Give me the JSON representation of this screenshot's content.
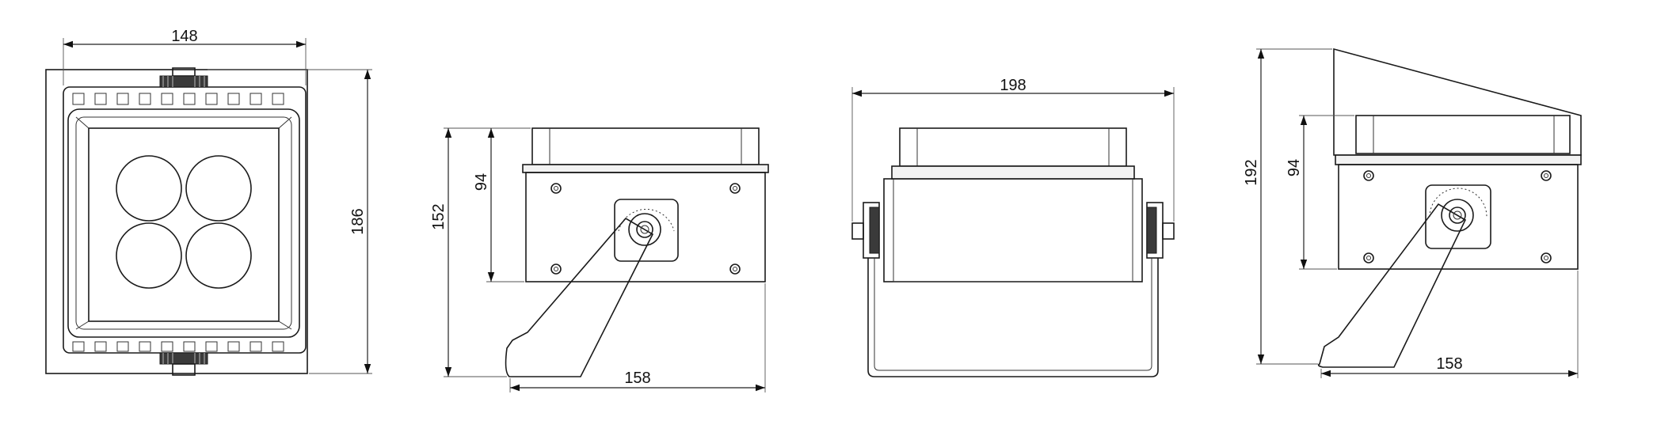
{
  "views": {
    "front": {
      "width_label": "148",
      "height_label": "186"
    },
    "side_left": {
      "height_label": "152",
      "body_height_label": "94",
      "depth_label": "158"
    },
    "top": {
      "width_label": "198"
    },
    "side_right": {
      "height_label": "192",
      "body_height_label": "94",
      "depth_label": "158"
    }
  }
}
